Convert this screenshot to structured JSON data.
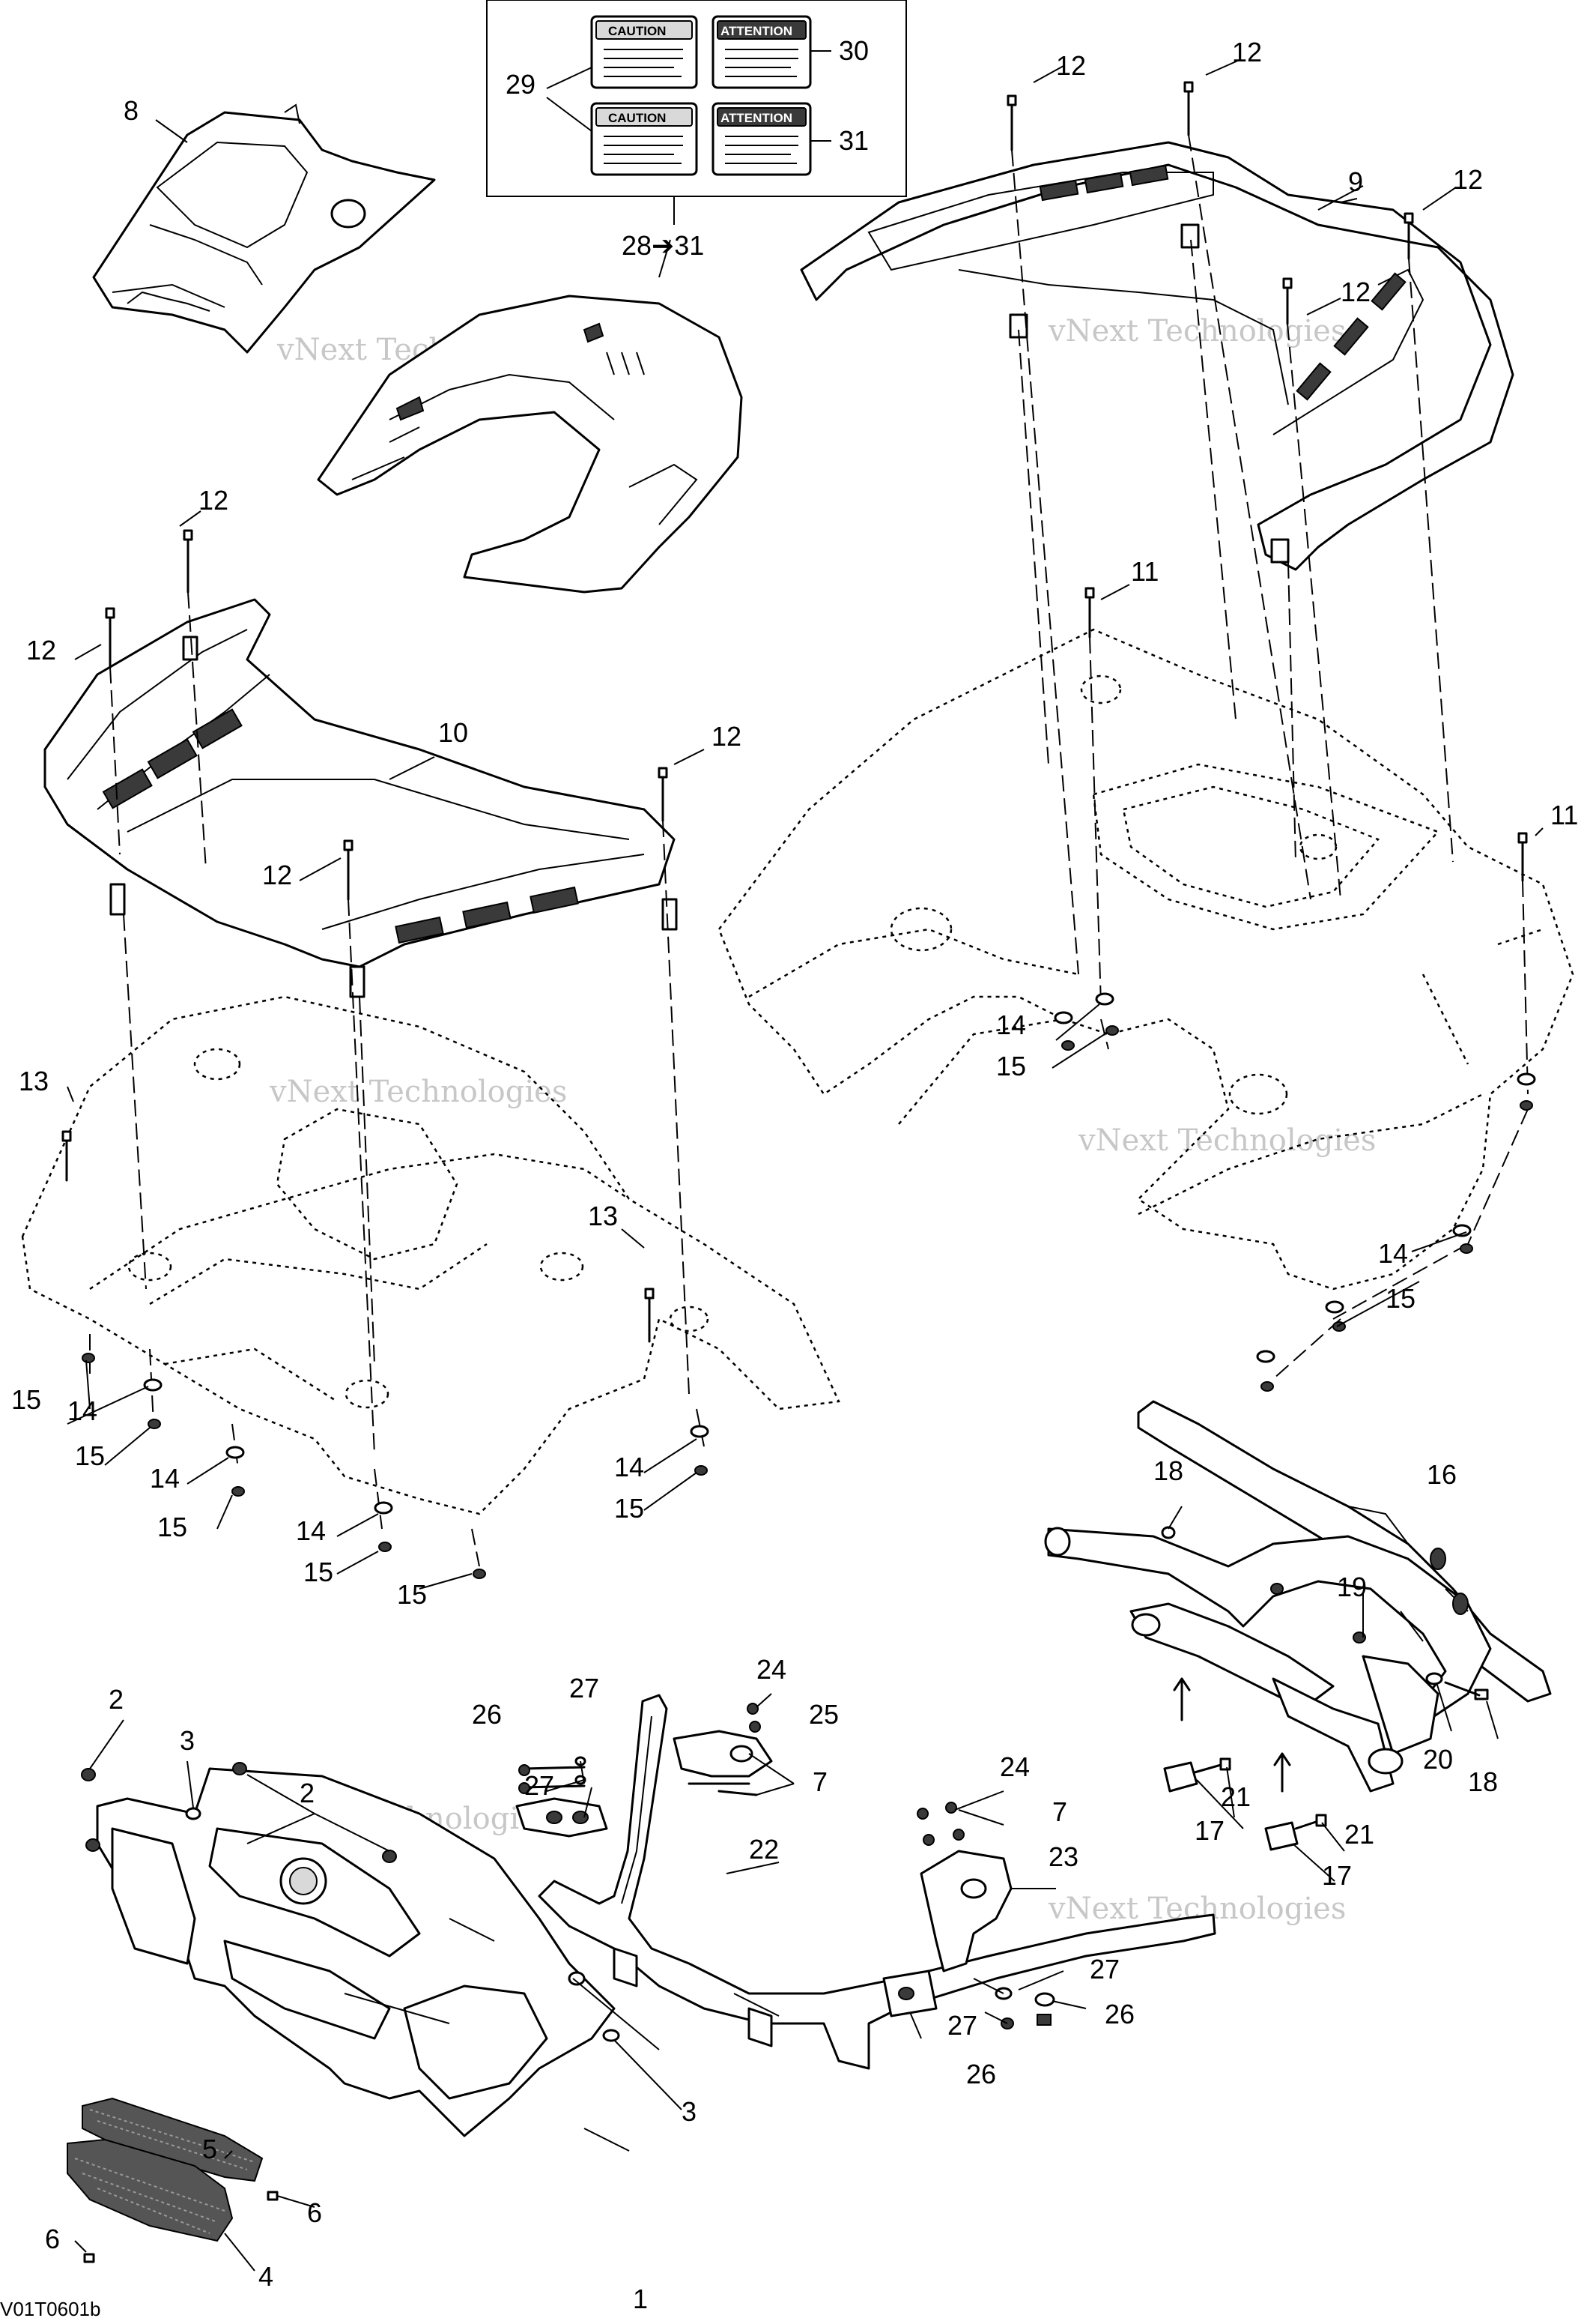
{
  "diagram": {
    "figure_code": "V01T0601b",
    "watermark": [
      "vNext Technologies",
      "vNext Technologies",
      "vNext Technologies",
      "vNext Technologies",
      "vNext Technologies"
    ],
    "decals": {
      "caution_1": "CAUTION",
      "attention_1": "ATTENTION",
      "caution_2": "CAUTION",
      "attention_2": "ATTENTION"
    },
    "callouts": [
      "1",
      "2",
      "2",
      "3",
      "3",
      "4",
      "5",
      "6",
      "6",
      "7",
      "7",
      "8",
      "9",
      "10",
      "11",
      "11",
      "12",
      "12",
      "12",
      "12",
      "12",
      "12",
      "12",
      "12",
      "13",
      "13",
      "14",
      "14",
      "14",
      "14",
      "14",
      "14",
      "14",
      "15",
      "15",
      "15",
      "15",
      "15",
      "15",
      "15",
      "15",
      "16",
      "17",
      "17",
      "18",
      "18",
      "19",
      "20",
      "21",
      "21",
      "22",
      "23",
      "24",
      "24",
      "25",
      "26",
      "26",
      "26",
      "27",
      "27",
      "27",
      "27",
      "28➔31",
      "29",
      "30",
      "31"
    ]
  }
}
